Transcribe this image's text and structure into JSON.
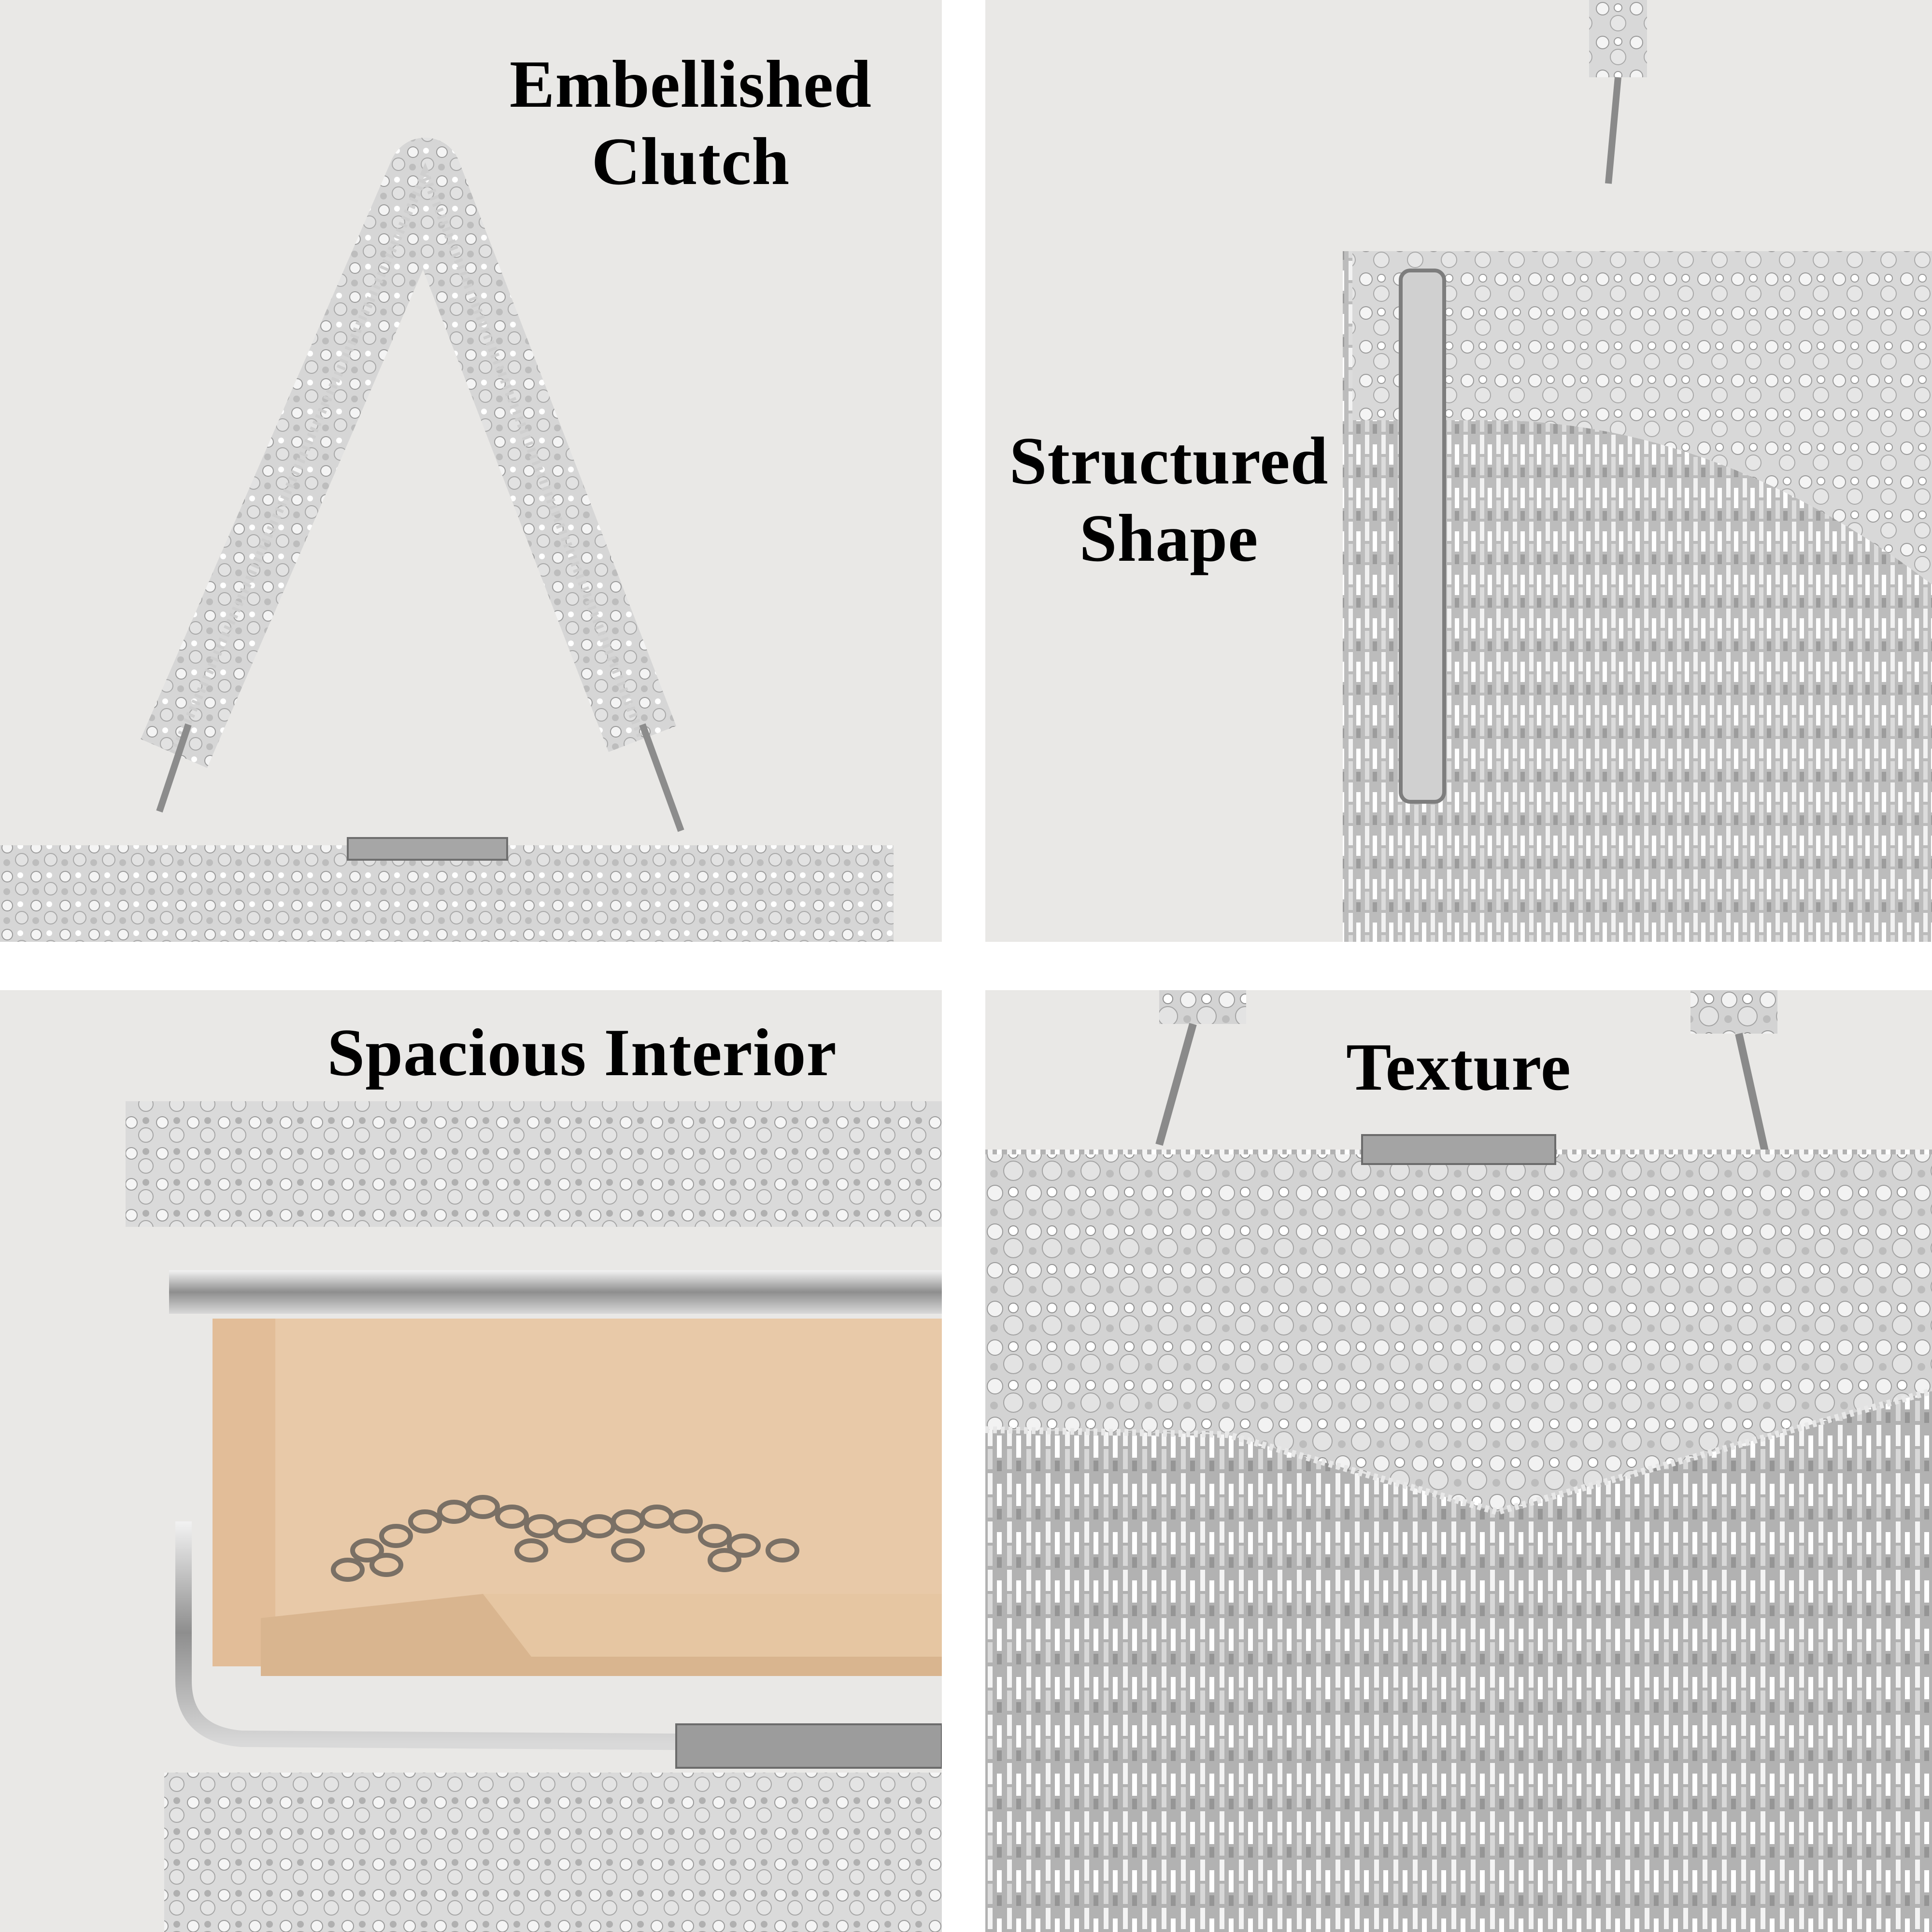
{
  "collage": {
    "background_color": "#e9e8e6",
    "divider_color": "#ffffff",
    "panels": [
      {
        "id": "top-left",
        "label_lines": [
          "Embellished",
          "Clutch"
        ],
        "subject": "beaded strap handle with sequins and pearls"
      },
      {
        "id": "top-right",
        "label_lines": [
          "Structured",
          "Shape"
        ],
        "subject": "side view of clutch with metal frame and bead fringe"
      },
      {
        "id": "bottom-left",
        "label_lines": [
          "Spacious Interior"
        ],
        "subject": "open clutch showing beige lining and folded chain strap"
      },
      {
        "id": "bottom-right",
        "label_lines": [
          "Texture"
        ],
        "subject": "close-up of sequin, pearl and bugle-bead fringe front"
      }
    ]
  },
  "colors": {
    "silver": "#c9c9c9",
    "silver_dark": "#8e8e8e",
    "silver_light": "#f2f2f2",
    "lining": "#e8c9a8",
    "lining_dark": "#d4ab86",
    "chain": "#7a7065"
  }
}
